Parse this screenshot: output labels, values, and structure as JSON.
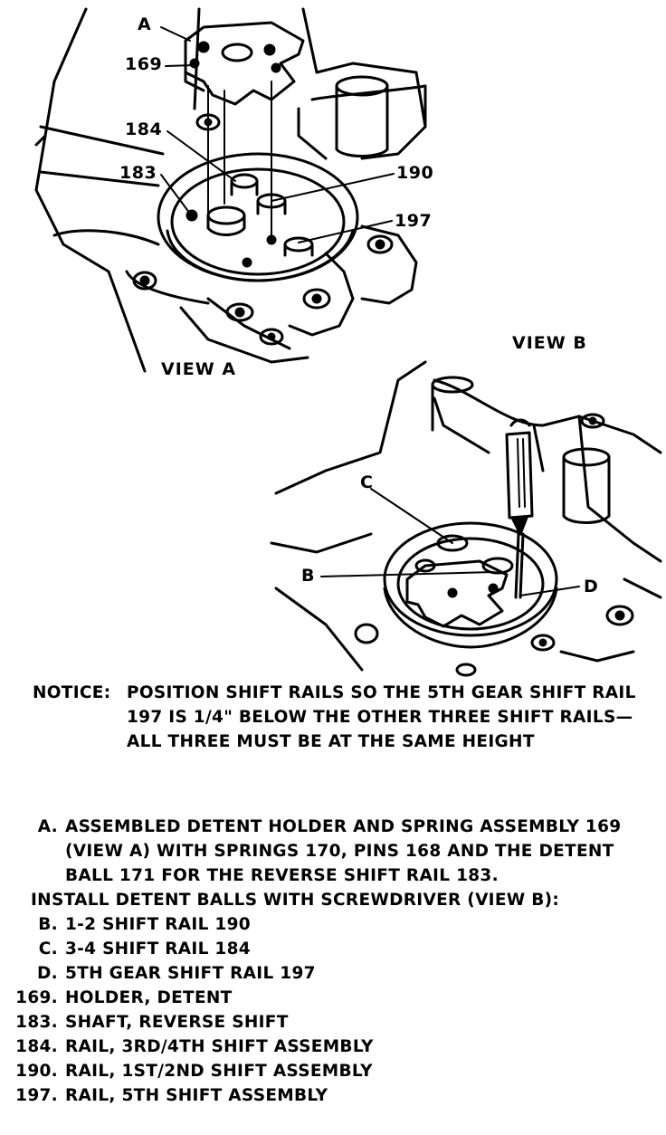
{
  "view_a": {
    "label": "VIEW A",
    "callouts": {
      "a": "A",
      "n169": "169",
      "n184": "184",
      "n183": "183",
      "n190": "190",
      "n197": "197"
    }
  },
  "view_b": {
    "label": "VIEW B",
    "callouts": {
      "c": "C",
      "b": "B",
      "d": "D"
    }
  },
  "notice": {
    "head": "NOTICE:",
    "text": "POSITION SHIFT RAILS SO THE 5TH GEAR SHIFT RAIL 197 IS 1/4\" BELOW THE OTHER THREE SHIFT RAILS—ALL THREE MUST BE AT THE SAME HEIGHT"
  },
  "legend": {
    "a": {
      "key": "A.",
      "text": "ASSEMBLED DETENT HOLDER AND SPRING ASSEMBLY 169 (VIEW A)  WITH SPRINGS 170, PINS 168 AND THE DETENT BALL 171 FOR THE REVERSE SHIFT RAIL 183."
    },
    "install": "INSTALL DETENT BALLS WITH SCREWDRIVER (VIEW B):",
    "b": {
      "key": "B.",
      "text": "1-2 SHIFT RAIL 190"
    },
    "c": {
      "key": "C.",
      "text": "3-4 SHIFT RAIL 184"
    },
    "d": {
      "key": "D.",
      "text": "5TH GEAR SHIFT RAIL 197"
    },
    "p169": {
      "key": "169.",
      "text": "HOLDER, DETENT"
    },
    "p183": {
      "key": "183.",
      "text": "SHAFT, REVERSE SHIFT"
    },
    "p184": {
      "key": "184.",
      "text": "RAIL, 3RD/4TH SHIFT ASSEMBLY"
    },
    "p190": {
      "key": "190.",
      "text": "RAIL, 1ST/2ND SHIFT ASSEMBLY"
    },
    "p197": {
      "key": "197.",
      "text": "RAIL, 5TH SHIFT ASSEMBLY"
    }
  }
}
